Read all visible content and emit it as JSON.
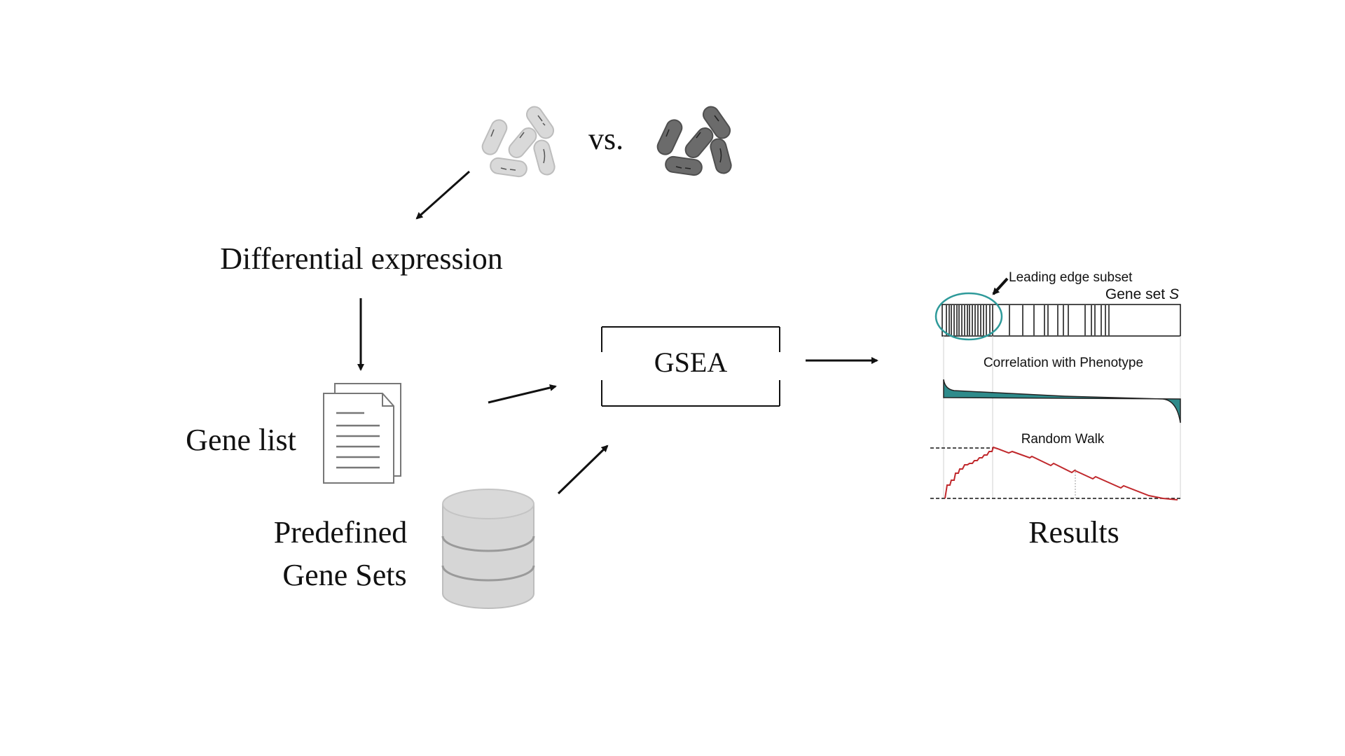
{
  "labels": {
    "vs": "vs.",
    "differential_expression": "Differential expression",
    "gene_list": "Gene list",
    "predefined_line1": "Predefined",
    "predefined_line2": "Gene Sets",
    "gsea": "GSEA",
    "results": "Results"
  },
  "results_plot": {
    "leading_edge": "Leading edge subset",
    "gene_set": "Gene set ",
    "gene_set_symbol": "S",
    "correlation": "Correlation with Phenotype",
    "random_walk": "Random Walk"
  },
  "icons": {
    "cells_a": "bacteria-cells-icon (light)",
    "cells_b": "bacteria-cells-icon (dark)",
    "gene_list": "document-stack-icon",
    "gene_sets": "database-icon"
  },
  "colors": {
    "light_cells": "#d9d9d9",
    "dark_cells": "#6b6b6b",
    "teal": "#2e8b8b",
    "walk_red": "#c0282c",
    "database": "#d6d6d6"
  }
}
